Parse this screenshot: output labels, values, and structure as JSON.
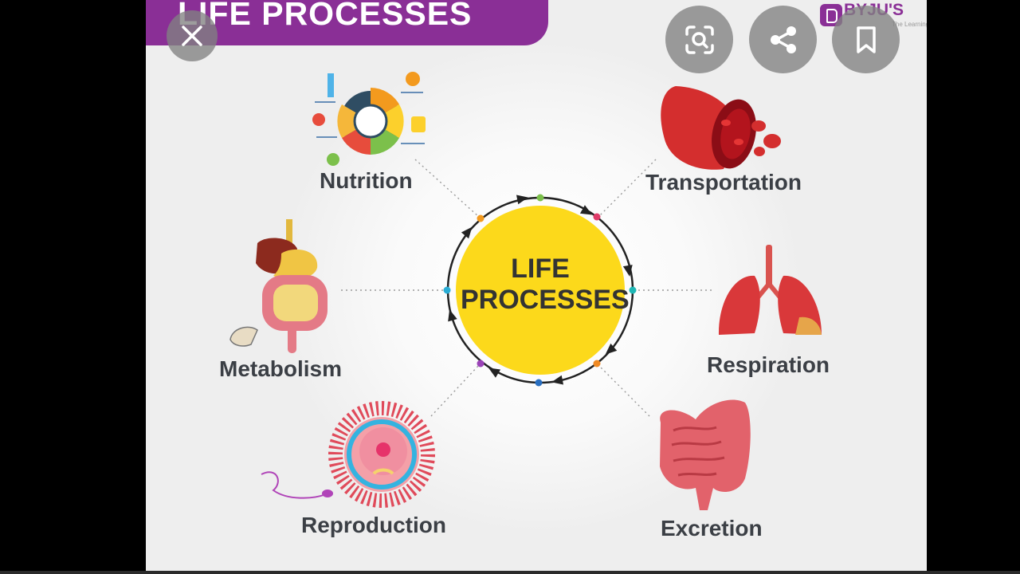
{
  "header": {
    "title": "LIFE PROCESSES"
  },
  "brand": {
    "name": "BYJU'S",
    "subtitle": "The Learning App",
    "color": "#8a2f96"
  },
  "diagram": {
    "center_title": "LIFE PROCESSES",
    "center_color": "#fcd91b",
    "processes": [
      {
        "label": "Nutrition"
      },
      {
        "label": "Transportation"
      },
      {
        "label": "Metabolism"
      },
      {
        "label": "Respiration"
      },
      {
        "label": "Reproduction"
      },
      {
        "label": "Excretion"
      }
    ]
  },
  "controls": [
    {
      "name": "close-button",
      "icon": "close-icon"
    },
    {
      "name": "lens-search-button",
      "icon": "lens-icon"
    },
    {
      "name": "share-button",
      "icon": "share-icon"
    },
    {
      "name": "bookmark-button",
      "icon": "bookmark-icon"
    }
  ]
}
